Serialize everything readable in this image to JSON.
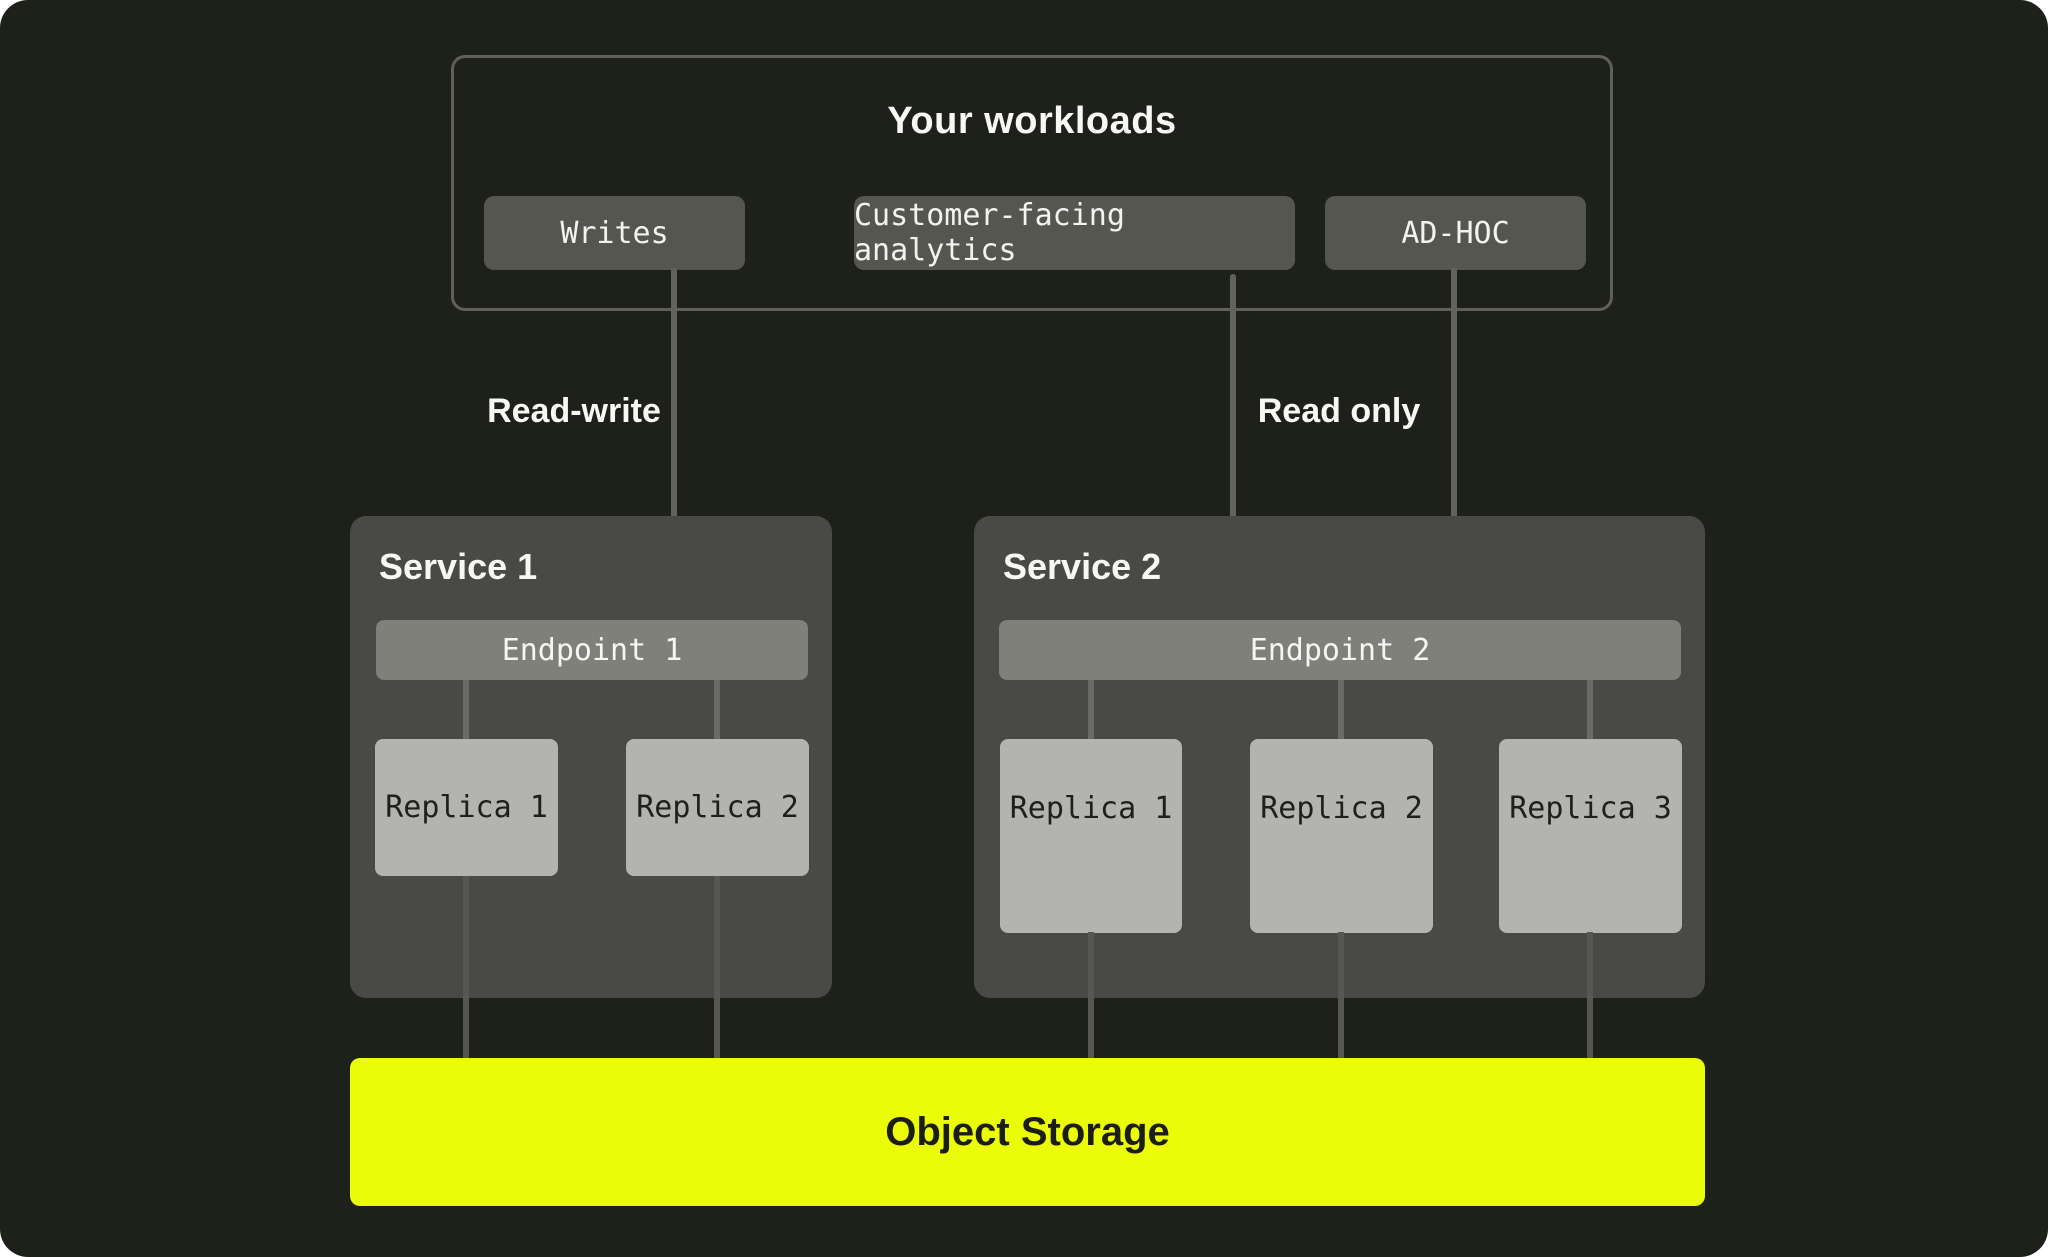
{
  "workloads": {
    "title": "Your workloads",
    "pills": [
      {
        "label": "Writes"
      },
      {
        "label": "Customer-facing analytics"
      },
      {
        "label": "AD-HOC"
      }
    ]
  },
  "edges": {
    "read_write_label": "Read-write",
    "read_only_label": "Read only"
  },
  "services": [
    {
      "title": "Service 1",
      "endpoint": "Endpoint 1",
      "replicas": [
        "Replica 1",
        "Replica 2"
      ]
    },
    {
      "title": "Service 2",
      "endpoint": "Endpoint 2",
      "replicas": [
        "Replica 1",
        "Replica 2",
        "Replica 3"
      ]
    }
  ],
  "storage": {
    "label": "Object Storage"
  },
  "colors": {
    "canvas_background": "#1e201a",
    "service_box": "#494a45",
    "workload_pill": "#555650",
    "endpoint_bar": "#7f8079",
    "replica_box": "#b3b3b0",
    "storage_accent": "#eafc07",
    "connector_line": "#62635c",
    "text_light": "#f7f7f5",
    "text_dark": "#1e201a"
  }
}
